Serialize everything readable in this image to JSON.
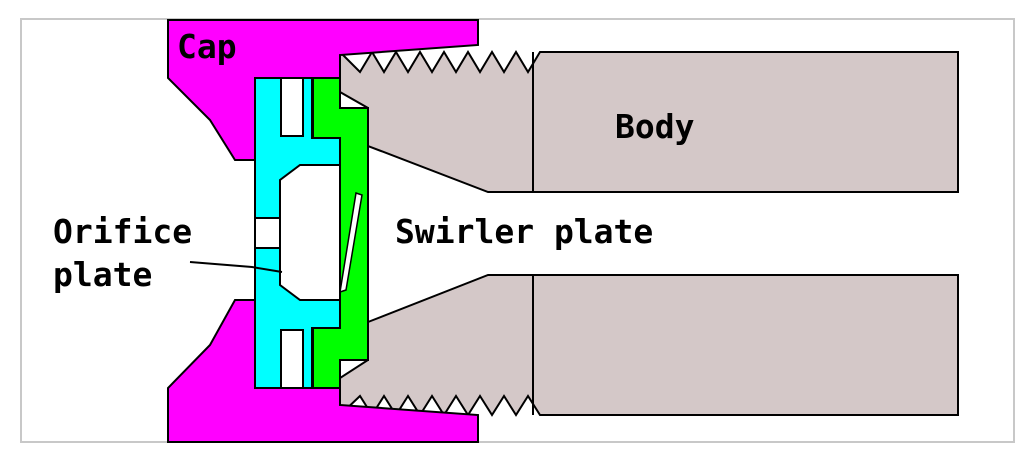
{
  "labels": {
    "cap": "Cap",
    "body": "Body",
    "swirler": "Swirler plate",
    "orifice_line1": "Orifice",
    "orifice_line2": "plate"
  },
  "colors": {
    "cap": "#ff00ff",
    "orifice_plate": "#00ffff",
    "swirler_plate": "#00ff00",
    "body": "#d4c8c8",
    "outline": "#000000",
    "frame": "#c8c8c8",
    "background": "#ffffff"
  }
}
